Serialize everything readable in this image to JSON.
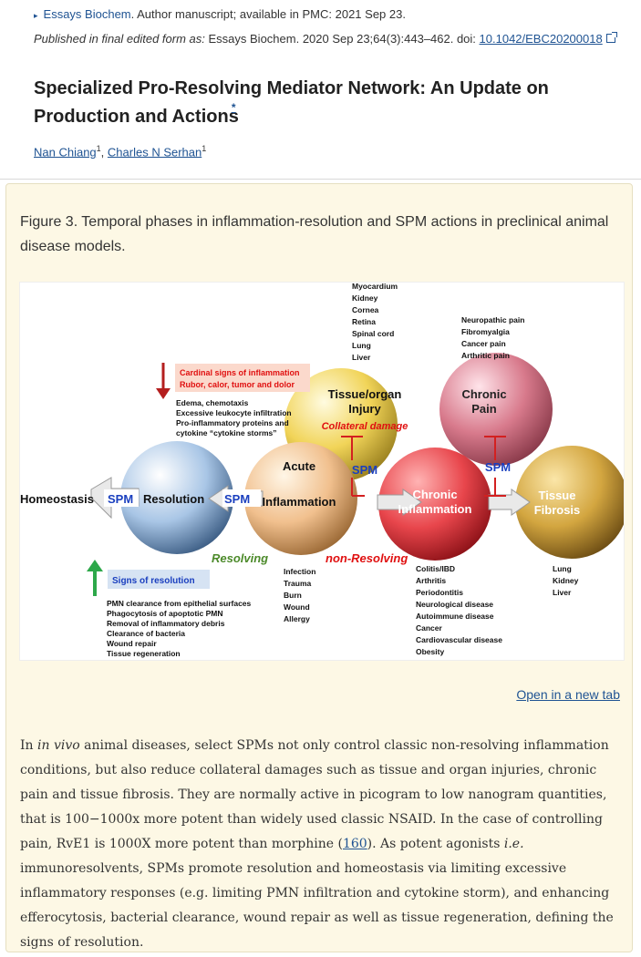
{
  "header": {
    "journal_link": "Essays Biochem",
    "manuscript_note": ". Author manuscript; available in PMC: 2021 Sep 23.",
    "published_label": "Published in final edited form as:",
    "published_citation": " Essays Biochem. 2020 Sep 23;64(3):443–462. doi: ",
    "doi": "10.1042/EBC20200018"
  },
  "article": {
    "title": "Specialized Pro-Resolving Mediator Network: An Update on Production and Actions",
    "title_footnote": "*",
    "authors": [
      {
        "name": "Nan Chiang",
        "affiliation": "1"
      },
      {
        "name": "Charles N Serhan",
        "affiliation": "1"
      }
    ],
    "author_separator": ","
  },
  "figure_panel": {
    "caption": "Figure 3. Temporal phases in inflammation-resolution and SPM actions in preclinical animal disease models.",
    "open_in_new_tab": "Open in a new tab",
    "body_1": "In ",
    "body_italic_1": "in vivo",
    "body_2": " animal diseases, select SPMs not only control classic non-resolving inflammation conditions, but also reduce collateral damages such as tissue and organ injuries, chronic pain and tissue fibrosis. They are normally active in picogram to low nanogram quantities, that is 100−1000x more potent than widely used classic NSAID. In the case of controlling pain, RvE1 is 1000X more potent than morphine (",
    "body_ref": "160",
    "body_3": "). As potent agonists ",
    "body_italic_2": "i.e.",
    "body_4": " immunoresolvents, SPMs promote resolution and homeostasis via limiting excessive inflammatory responses (e.g. limiting PMN infiltration and cytokine storm), and enhancing efferocytosis, bacterial clearance, wound repair as well as tissue regeneration, defining the signs of resolution."
  },
  "diagram": {
    "colors": {
      "resolution_sphere": "#a9c6e6",
      "acute_sphere": "#f1c08e",
      "tissue_sphere": "#f1d458",
      "chronic_inflammation_sphere": "#e8464c",
      "chronic_pain_sphere": "#d87a8c",
      "fibrosis_sphere": "#d3a640",
      "spm_text": "#1a3fbf",
      "red_text": "#e01010",
      "green_text": "#4c8a2a",
      "down_arrow": "#b41e1e",
      "up_arrow": "#2da84a",
      "cardinal_box": "#fbd9cc",
      "resolution_box": "#d6e3f3"
    },
    "homeostasis": "Homeostasis",
    "spm": "SPM",
    "resolution": "Resolution",
    "acute_1": "Acute",
    "acute_2": "Inflammation",
    "tissue_1": "Tissue/organ",
    "tissue_2": "Injury",
    "collateral": "Collateral damage",
    "chronic_infl_1": "Chronic",
    "chronic_infl_2": "Inflammation",
    "chronic_pain_1": "Chronic",
    "chronic_pain_2": "Pain",
    "fibrosis_1": "Tissue",
    "fibrosis_2": "Fibrosis",
    "resolving": "Resolving",
    "non_resolving": "non-Resolving",
    "cardinal_line1": "Cardinal signs of inflammation",
    "cardinal_line2": "Rubor, calor, tumor and dolor",
    "cardinal_list": [
      "Edema, chemotaxis",
      "Excessive leukocyte infiltration",
      "Pro-inflammatory proteins and",
      "cytokine “cytokine storms”"
    ],
    "organ_list": [
      "Myocardium",
      "Kidney",
      "Cornea",
      "Retina",
      "Spinal cord",
      "Lung",
      "Liver"
    ],
    "pain_list": [
      "Neuropathic pain",
      "Fibromyalgia",
      "Cancer pain",
      "Arthritic pain"
    ],
    "signs_resolution": "Signs of resolution",
    "resolution_list": [
      "PMN clearance from epithelial surfaces",
      "Phagocytosis of apoptotic PMN",
      "Removal of inflammatory debris",
      "Clearance of bacteria",
      "Wound repair",
      "Tissue regeneration"
    ],
    "acute_list": [
      "Infection",
      "Trauma",
      "Burn",
      "Wound",
      "Allergy"
    ],
    "chronic_list": [
      "Colitis/IBD",
      "Arthritis",
      "Periodontitis",
      "Neurological disease",
      "Autoimmune disease",
      "Cancer",
      "Cardiovascular disease",
      "Obesity"
    ],
    "fibrosis_list": [
      "Lung",
      "Kidney",
      "Liver"
    ]
  }
}
